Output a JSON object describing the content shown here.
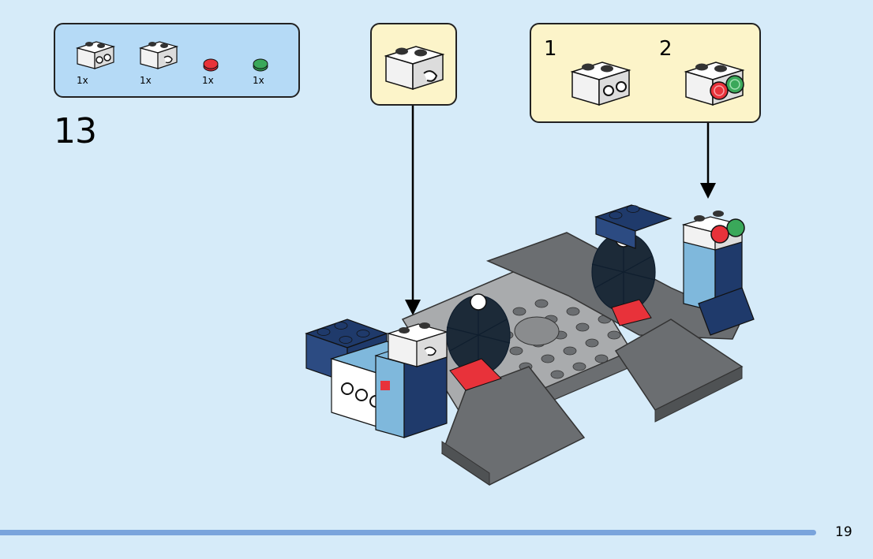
{
  "parts": [
    {
      "name": "white-brick-1x2-with-holes",
      "qty": "1x"
    },
    {
      "name": "white-brick-1x2-with-clip",
      "qty": "1x"
    },
    {
      "name": "red-round-tile",
      "qty": "1x"
    },
    {
      "name": "green-round-tile",
      "qty": "1x"
    }
  ],
  "step_number": "13",
  "substeps": [
    {
      "number": "1"
    },
    {
      "number": "2"
    }
  ],
  "page_number": "19",
  "colors": {
    "background": "#d6ebf9",
    "parts_box": "#b5daf6",
    "callout_box": "#fcf4c9",
    "footer_bar": "#7aa4dc",
    "dark_blue": "#1f3a6b",
    "medium_blue": "#7fb8dc",
    "dark_gray": "#6b6e71",
    "light_gray": "#a9abad",
    "red": "#e8323a",
    "green": "#3aa85a"
  }
}
